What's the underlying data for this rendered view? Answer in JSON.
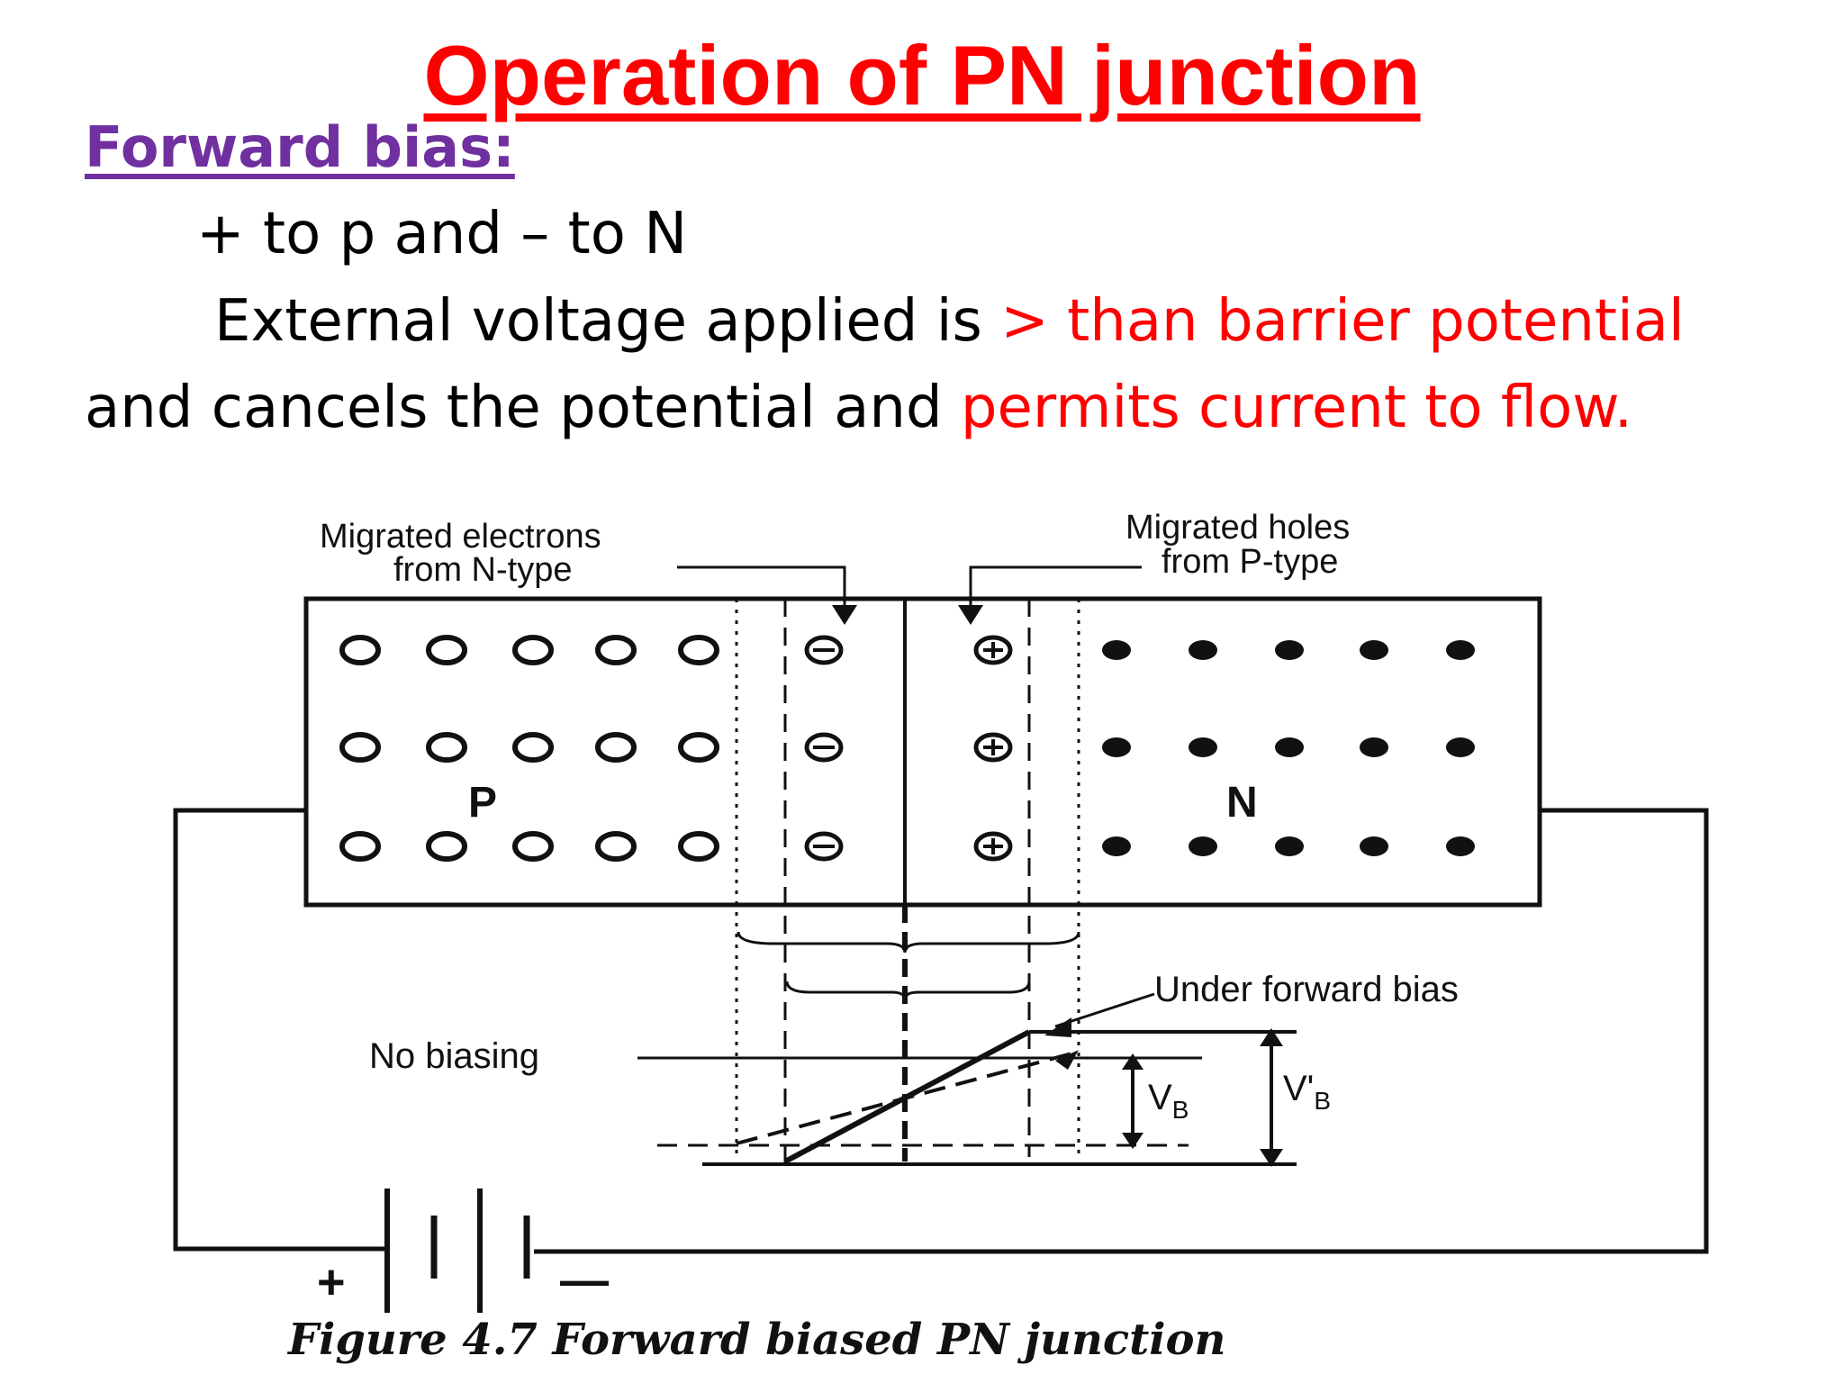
{
  "slide": {
    "title": "Operation of PN junction",
    "subheading": "Forward bias:",
    "line1": "+ to p and – to N",
    "line2_black": "External voltage applied is ",
    "line2_red": "> than barrier potential",
    "line3_black": "and cancels the potential and ",
    "line3_red": "permits current to flow."
  },
  "figure": {
    "label_electrons_1": "Migrated electrons",
    "label_electrons_2": "from N-type",
    "label_holes_1": "Migrated holes",
    "label_holes_2": "from P-type",
    "region_p": "P",
    "region_n": "N",
    "label_forward": "Under forward bias",
    "label_nobias": "No biasing",
    "vb_main": "V",
    "vb_sub": "B",
    "vbp_main": "V'",
    "vbp_sub": "B",
    "battery_plus": "+",
    "battery_minus": "—",
    "caption": "Figure 4.7  Forward biased PN junction",
    "colors": {
      "ink": "#111111",
      "title": "#ff0000",
      "subhead": "#7030a0",
      "emphasis": "#ff0000"
    }
  }
}
